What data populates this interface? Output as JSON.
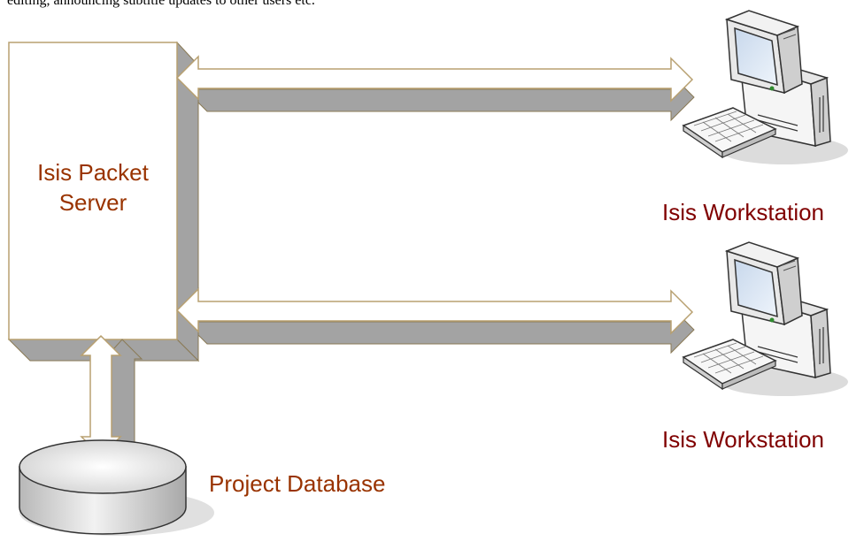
{
  "caption": "editing, announcing subtitle updates to other users etc.",
  "server": {
    "line1": "Isis Packet",
    "line2": "Server"
  },
  "workstations": [
    {
      "label": "Isis Workstation"
    },
    {
      "label": "Isis Workstation"
    }
  ],
  "database": {
    "label": "Project Database"
  },
  "colors": {
    "server_text": "#993300",
    "workstation_text": "#800000",
    "database_text": "#993300",
    "arrow_fill": "#ffffff",
    "arrow_shadow": "#999999",
    "outline": "#b8a070"
  },
  "icons": [
    "computer-workstation-icon",
    "database-cylinder-icon"
  ]
}
